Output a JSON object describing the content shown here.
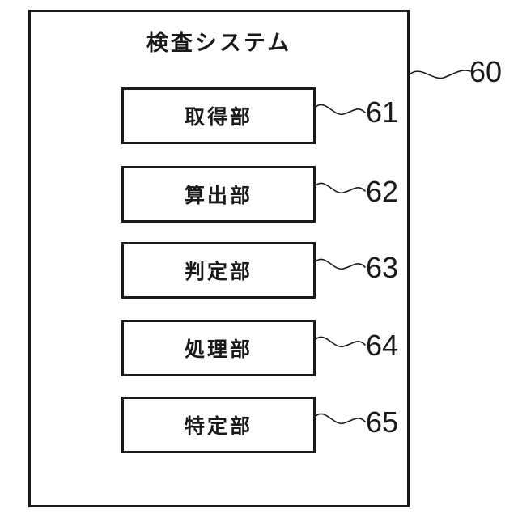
{
  "figure": {
    "title": "検査システム",
    "system_ref": "60",
    "units": [
      {
        "label": "取得部",
        "ref": "61"
      },
      {
        "label": "算出部",
        "ref": "62"
      },
      {
        "label": "判定部",
        "ref": "63"
      },
      {
        "label": "処理部",
        "ref": "64"
      },
      {
        "label": "特定部",
        "ref": "65"
      }
    ],
    "colors": {
      "line": "#1a1a1a",
      "background": "#ffffff"
    }
  }
}
